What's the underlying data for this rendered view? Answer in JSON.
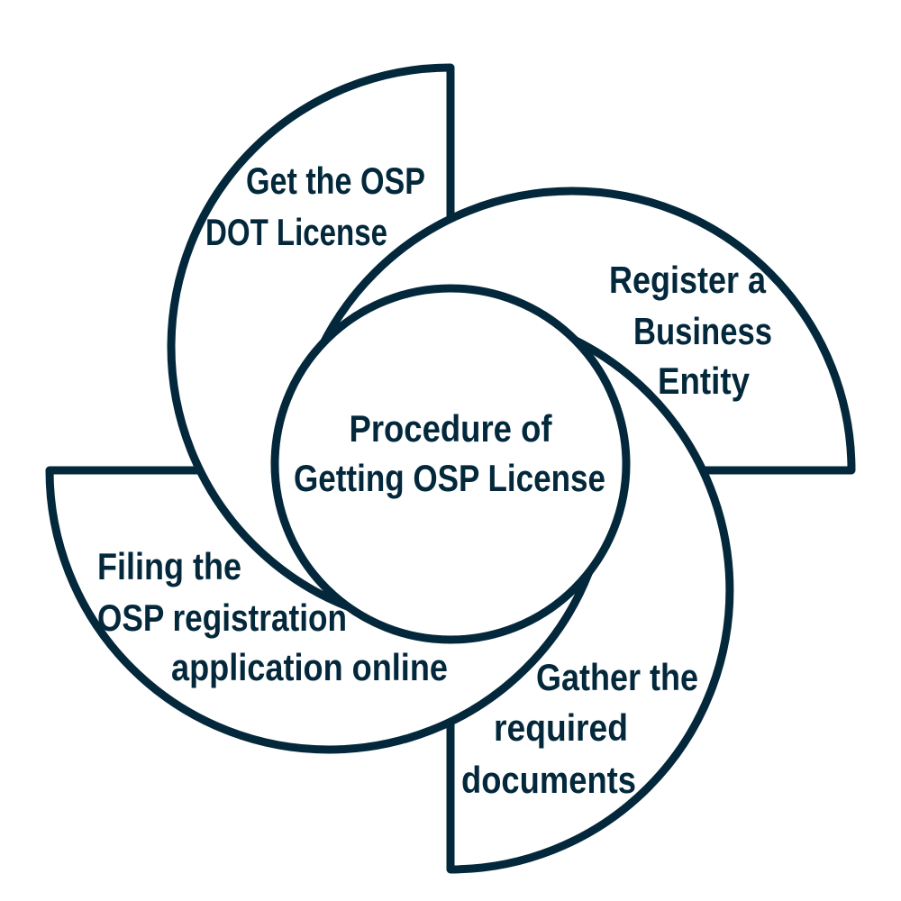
{
  "colors": {
    "stroke": "#03283b",
    "text": "#03283b",
    "fill": "#ffffff"
  },
  "center": {
    "lines": [
      "Procedure of",
      "Getting OSP License"
    ]
  },
  "steps": [
    {
      "id": "get-license",
      "lines": [
        "Get the OSP",
        "DOT License"
      ]
    },
    {
      "id": "register-business",
      "lines": [
        "Register a",
        "Business",
        "Entity"
      ]
    },
    {
      "id": "gather-documents",
      "lines": [
        "Gather the",
        "required",
        "documents"
      ]
    },
    {
      "id": "file-application",
      "lines": [
        "Filing the",
        "OSP registration",
        "application online"
      ]
    }
  ]
}
